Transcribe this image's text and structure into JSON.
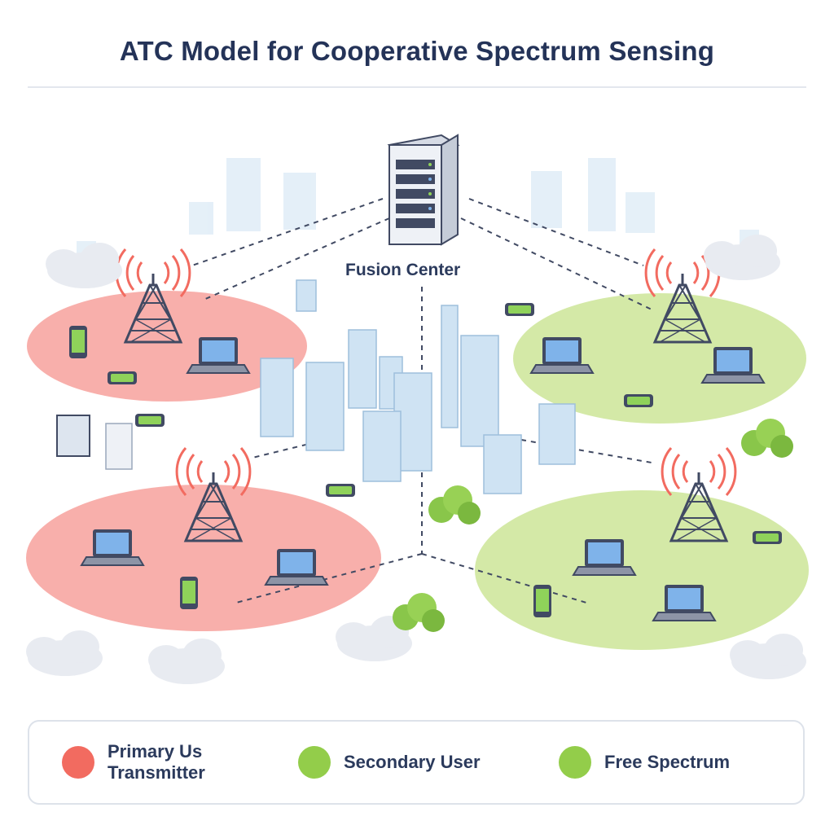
{
  "title": "ATC Model for Cooperative Spectrum Sensing",
  "fusion_center": {
    "label": "Fusion Center",
    "icon": "server-rack-icon"
  },
  "colors": {
    "primary_user": "#f26b60",
    "secondary_user": "#93cd4a",
    "free_spectrum": "#93cd4a",
    "primary_zone": "#f7a19c",
    "free_zone": "#cfe79d",
    "outline": "#414a63",
    "building": "#cfe3f3"
  },
  "zones": [
    {
      "name": "primary-zone-top-left",
      "kind": "primary",
      "tower": "transmitter-tower-icon"
    },
    {
      "name": "free-zone-top-right",
      "kind": "free",
      "tower": "transmitter-tower-icon"
    },
    {
      "name": "primary-zone-bottom-left",
      "kind": "primary",
      "tower": "transmitter-tower-icon"
    },
    {
      "name": "free-zone-bottom-right",
      "kind": "free",
      "tower": "transmitter-tower-icon"
    }
  ],
  "legend": [
    {
      "label": "Primary Us Transmitter",
      "color": "#f26b60"
    },
    {
      "label": "Secondary User",
      "color": "#93cd4a"
    },
    {
      "label": "Free Spectrum",
      "color": "#93cd4a"
    }
  ]
}
